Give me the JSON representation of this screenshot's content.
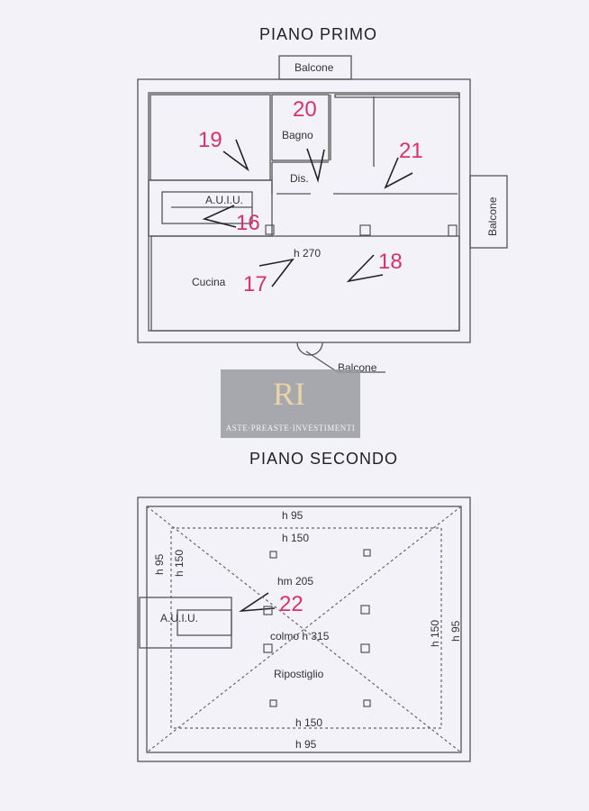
{
  "floor1": {
    "title": "PIANO PRIMO",
    "rooms": {
      "bagno": "Bagno",
      "dis": "Dis.",
      "auiu": "A.U.I.U.",
      "cucina": "Cucina",
      "height": "h 270"
    },
    "balconies": [
      "Balcone",
      "Balcone",
      "Balcone"
    ],
    "photo_points": [
      "19",
      "20",
      "21",
      "16",
      "17",
      "18"
    ]
  },
  "floor2": {
    "title": "PIANO SECONDO",
    "labels": {
      "h95_top": "h 95",
      "h150_top": "h 150",
      "h95_left": "h 95",
      "h150_left": "h 150",
      "hm": "hm 205",
      "auiu": "A.U.I.U.",
      "colmo": "colmo h 315",
      "ripostiglio": "Ripostiglio",
      "h150_right": "h 150",
      "h95_right": "h 95",
      "h150_bottom": "h 150",
      "h95_bottom": "h 95"
    },
    "photo_points": [
      "22"
    ]
  },
  "watermark": {
    "text": "ASTE·PREASTE·INVESTIMENTI",
    "mark": "RI"
  },
  "colors": {
    "annotation": "#d8326a",
    "background": "#f3f2f8"
  }
}
